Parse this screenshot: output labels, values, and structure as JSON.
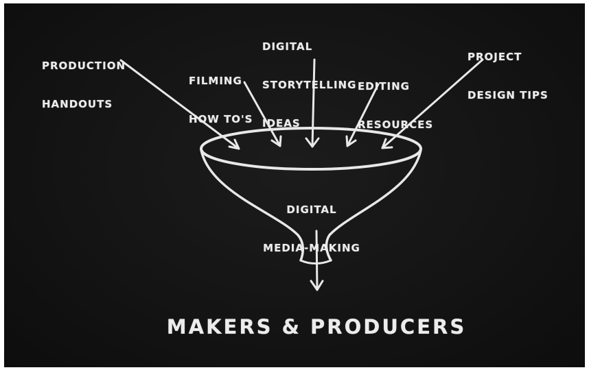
{
  "sources": [
    {
      "id": "production-handouts",
      "lines": [
        "PRODUCTION",
        "HANDOUTS"
      ]
    },
    {
      "id": "filming-how-tos",
      "lines": [
        "FILMING",
        "HOW TO'S"
      ]
    },
    {
      "id": "digital-storytelling-ideas",
      "lines": [
        "DIGITAL",
        "STORYTELLING",
        "IDEAS"
      ]
    },
    {
      "id": "editing-resources",
      "lines": [
        "EDITING",
        "RESOURCES"
      ]
    },
    {
      "id": "project-design-tips",
      "lines": [
        "PROJECT",
        "DESIGN TIPS"
      ]
    }
  ],
  "funnel": {
    "lines": [
      "DIGITAL",
      "MEDIA-MAKING"
    ]
  },
  "output": {
    "label": "MAKERS & PRODUCERS"
  },
  "colors": {
    "board": "#141414",
    "chalk": "#ececec"
  }
}
